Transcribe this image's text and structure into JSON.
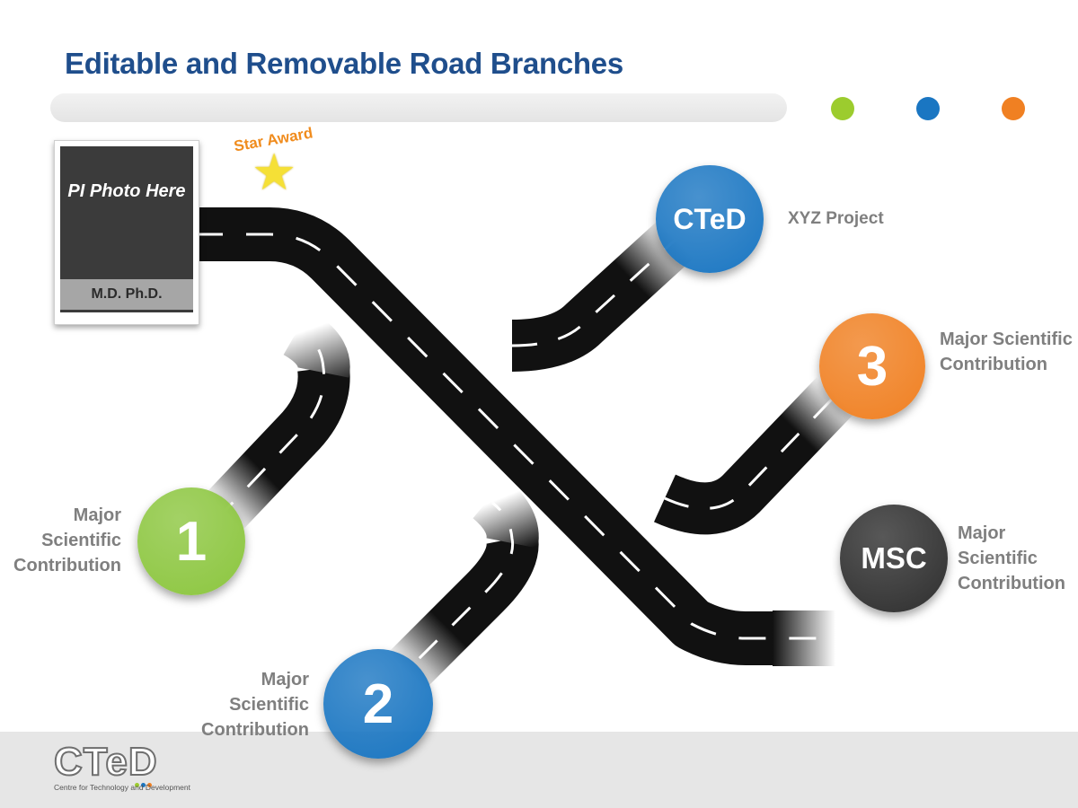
{
  "slide": {
    "title": "Editable and Removable Road Branches",
    "dot_colors": [
      "#9ccc2e",
      "#1a76c2",
      "#f08022"
    ]
  },
  "photo": {
    "placeholder": "PI Photo Here",
    "caption": "M.D. Ph.D."
  },
  "award": {
    "label": "Star Award",
    "icon": "star-icon"
  },
  "nodes": [
    {
      "id": "cted",
      "text": "CTeD",
      "label": "XYZ Project",
      "color": "#1a76c2"
    },
    {
      "id": "three",
      "text": "3",
      "label": "Major Scientific Contribution",
      "color": "#f08022"
    },
    {
      "id": "msc",
      "text": "MSC",
      "label": "Major Scientific Contribution",
      "color": "#2e2e2e"
    },
    {
      "id": "one",
      "text": "1",
      "label": "Major Scientific Contribution",
      "color": "#8cc63f"
    },
    {
      "id": "two",
      "text": "2",
      "label": "Major Scientific Contribution",
      "color": "#1a76c2"
    }
  ],
  "footer": {
    "logo": "CTeD",
    "tagline": "Centre for Technology and Development",
    "logo_dot_colors": [
      "#9ccc2e",
      "#1a76c2",
      "#f08022"
    ]
  }
}
